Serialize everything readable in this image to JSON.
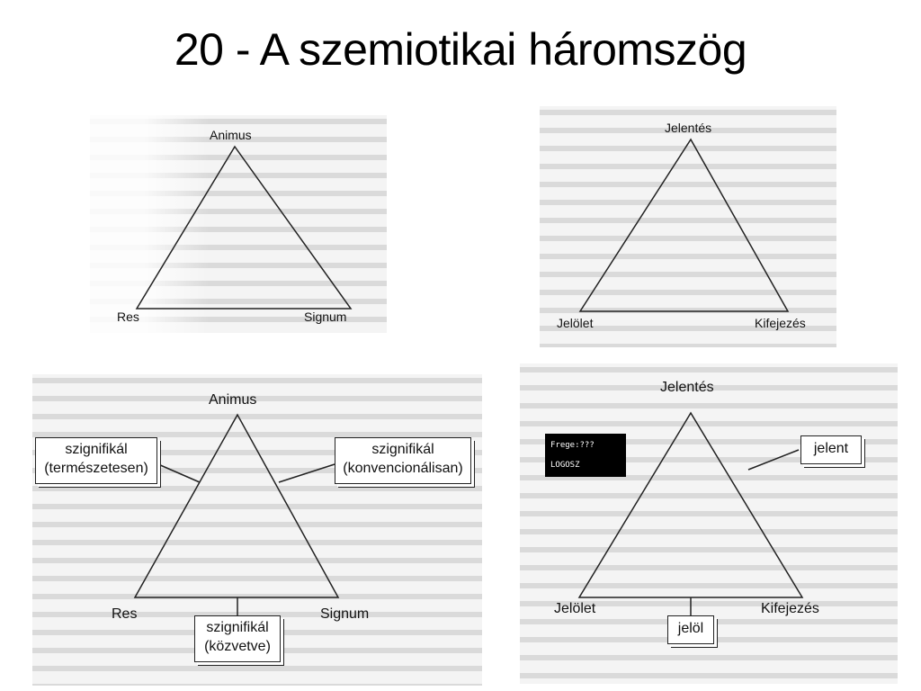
{
  "title": "20 - A szemiotikai háromszög",
  "diagrams": {
    "top_left": {
      "apex": "Animus",
      "left": "Res",
      "right": "Signum"
    },
    "top_right": {
      "apex": "Jelentés",
      "left": "Jelölet",
      "right": "Kifejezés"
    },
    "bottom_left": {
      "apex": "Animus",
      "left": "Res",
      "right": "Signum",
      "box_left": {
        "line1": "szignifikál",
        "line2": "(természetesen)"
      },
      "box_right": {
        "line1": "szignifikál",
        "line2": "(konvencionálisan)"
      },
      "box_bottom": {
        "line1": "szignifikál",
        "line2": "(közvetve)"
      }
    },
    "bottom_right": {
      "apex": "Jelentés",
      "left": "Jelölet",
      "right": "Kifejezés",
      "box_right": "jelent",
      "box_bottom": "jelöl",
      "logo": {
        "line1": "Frege:???",
        "line2": "LOGOSZ"
      }
    }
  },
  "colors": {
    "line": "#222222",
    "panel_bg": "#f4f4f4",
    "logo_bg": "#000000"
  }
}
